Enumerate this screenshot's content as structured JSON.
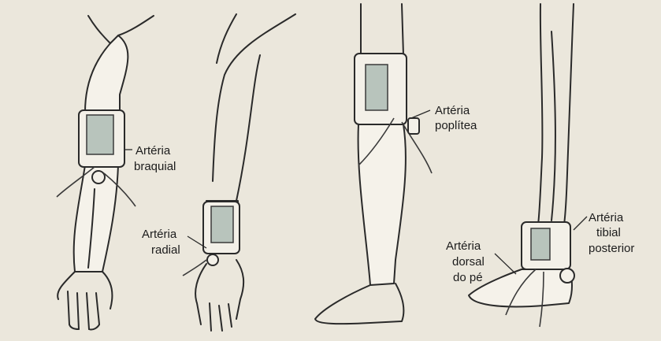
{
  "labels": {
    "brachial": [
      "Artéria",
      "braquial"
    ],
    "radial": [
      "Artéria",
      "radial"
    ],
    "popliteal": [
      "Artéria",
      "poplítea"
    ],
    "dorsalis_pedis": [
      "Artéria",
      "dorsal",
      "do pé"
    ],
    "posterior_tibial": [
      "Artéria",
      "tibial",
      "posterior"
    ]
  },
  "colors": {
    "background": "#ebe7dc",
    "cuff_bladder": "#b8c4bc",
    "line": "#2a2a2a"
  }
}
